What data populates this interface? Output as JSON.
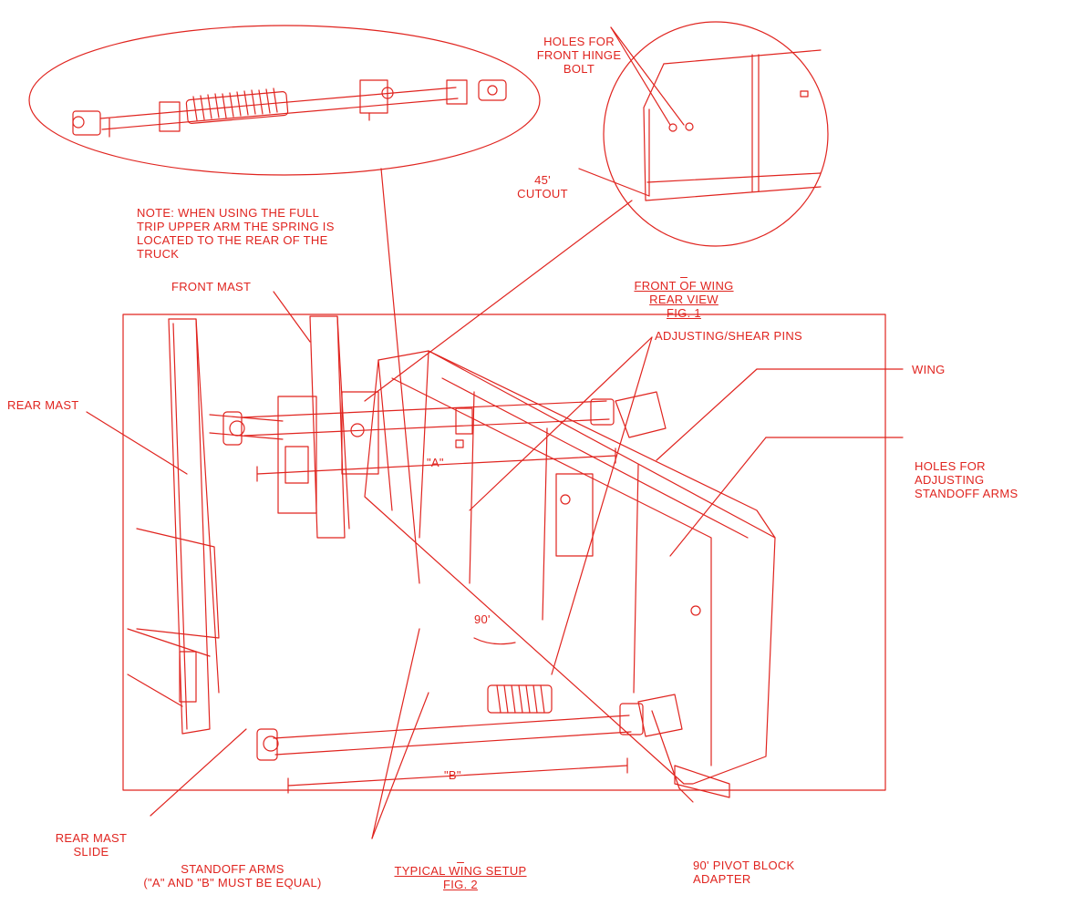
{
  "color": "#e0241f",
  "fig1": {
    "holes_label": [
      "HOLES FOR",
      "FRONT HINGE",
      "BOLT"
    ],
    "cutout_label": [
      "45'",
      "CUTOUT"
    ],
    "caption": [
      "FRONT OF WING",
      "REAR VIEW",
      "FIG. 1"
    ]
  },
  "note": [
    "NOTE: WHEN USING THE FULL",
    "TRIP UPPER ARM THE SPRING IS",
    "LOCATED TO THE REAR OF THE",
    "TRUCK"
  ],
  "fig2": {
    "front_mast": "FRONT MAST",
    "rear_mast": "REAR MAST",
    "adjusting_pins": "ADJUSTING/SHEAR PINS",
    "wing": "WING",
    "holes_adjusting": [
      "HOLES FOR",
      "ADJUSTING",
      "STANDOFF ARMS"
    ],
    "dim_a": "\"A\"",
    "dim_b": "\"B\"",
    "angle": "90'",
    "rear_mast_slide": [
      "REAR MAST",
      "SLIDE"
    ],
    "standoff_arms": [
      "STANDOFF ARMS",
      "(\"A\" AND \"B\" MUST BE EQUAL)"
    ],
    "pivot_block": [
      "90' PIVOT BLOCK",
      "ADAPTER"
    ],
    "caption": [
      "TYPICAL WING SETUP",
      "FIG. 2"
    ]
  }
}
